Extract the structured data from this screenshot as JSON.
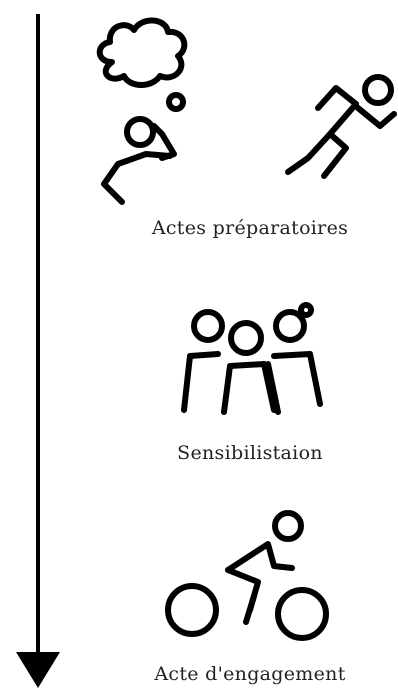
{
  "steps": [
    {
      "label": "Actes préparatoires",
      "icons": [
        "thinking-person-icon",
        "running-person-icon"
      ]
    },
    {
      "label": "Sensibilistaion",
      "icons": [
        "group-of-people-icon"
      ]
    },
    {
      "label": "Acte d'engagement",
      "icons": [
        "cyclist-icon"
      ]
    }
  ],
  "colors": {
    "stroke": "#000000",
    "text": "#222222",
    "background": "#ffffff"
  },
  "arrow": {
    "direction": "down"
  }
}
